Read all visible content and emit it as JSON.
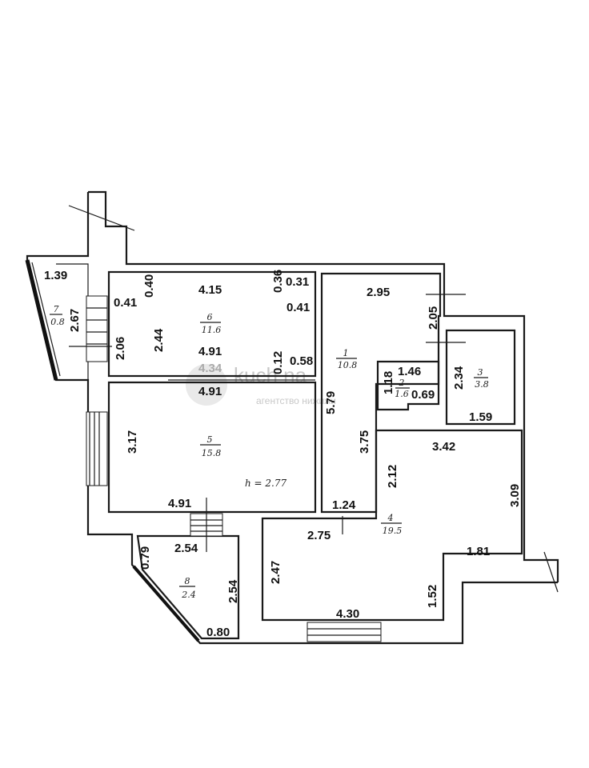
{
  "watermark": {
    "brand": "kuch na",
    "tagline": "агентство нижижи",
    "dim_overlay": "4.34"
  },
  "ceiling_height": "h = 2.77",
  "rooms": [
    {
      "id": "7",
      "number": "7",
      "area": "0.8"
    },
    {
      "id": "6",
      "number": "6",
      "area": "11.6"
    },
    {
      "id": "1",
      "number": "1",
      "area": "10.8"
    },
    {
      "id": "2",
      "number": "2",
      "area": "1.6"
    },
    {
      "id": "3",
      "number": "3",
      "area": "3.8"
    },
    {
      "id": "5",
      "number": "5",
      "area": "15.8"
    },
    {
      "id": "4",
      "number": "4",
      "area": "19.5"
    },
    {
      "id": "8",
      "number": "8",
      "area": "2.4"
    }
  ],
  "dimensions": [
    "1.39",
    "2.67",
    "0.41",
    "0.40",
    "2.06",
    "4.15",
    "2.44",
    "4.91",
    "0.36",
    "0.31",
    "0.41",
    "0.12",
    "0.58",
    "2.95",
    "2.05",
    "1.18",
    "1.46",
    "0.69",
    "2.34",
    "1.59",
    "4.91",
    "5.79",
    "3.75",
    "3.17",
    "3.42",
    "2.12",
    "3.09",
    "4.91",
    "1.24",
    "2.75",
    "1.81",
    "0.79",
    "2.54",
    "2.54",
    "2.47",
    "1.52",
    "0.80",
    "4.30"
  ]
}
